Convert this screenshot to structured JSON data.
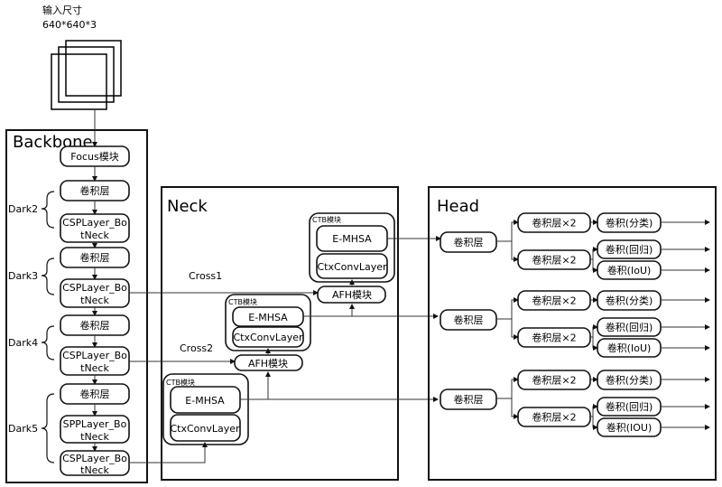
{
  "input": {
    "title": "输入尺寸",
    "size": "640*640*3"
  },
  "backbone": {
    "title": "Backbone",
    "focus": "Focus模块",
    "conv": "卷积层",
    "csp_line1": "CSPLayer_Bo",
    "spp_line1": "SPPLayer_Bo",
    "line2": "tNeck",
    "stages": [
      "Dark2",
      "Dark3",
      "Dark4",
      "Dark5"
    ]
  },
  "neck": {
    "title": "Neck",
    "ctb": "CTB模块",
    "emhsa": "E-MHSA",
    "ctx": "CtxConvLayer",
    "afh": "AFH模块",
    "cross1": "Cross1",
    "cross2": "Cross2"
  },
  "head": {
    "title": "Head",
    "conv": "卷积层",
    "conv2": "卷积层×2",
    "cls": "卷积(分类)",
    "reg": "卷积(回归)",
    "iou_labels": [
      "卷积(IoU)",
      "卷积(IoU)",
      "卷积(IOU)"
    ]
  }
}
